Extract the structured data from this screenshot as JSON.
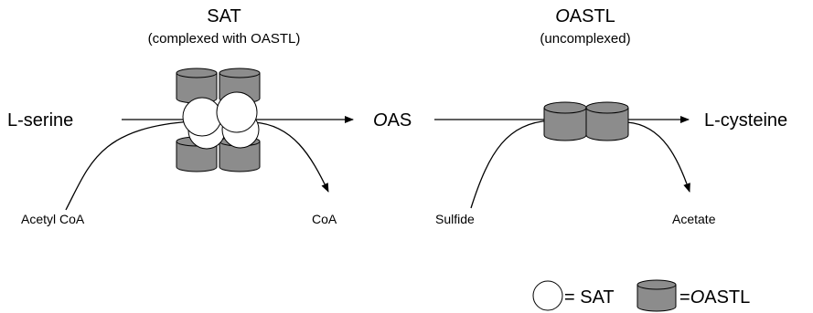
{
  "enzymes": {
    "sat": {
      "title": "SAT",
      "subtitle": "(complexed with OASTL)"
    },
    "oastl": {
      "title_italic": "O",
      "title_rest": "ASTL",
      "subtitle": "(uncomplexed)"
    }
  },
  "metabolites": {
    "serine": "L-serine",
    "oas_italic": "O",
    "oas_rest": "AS",
    "cysteine": "L-cysteine",
    "acetyl_coa": "Acetyl CoA",
    "coa": "CoA",
    "sulfide": "Sulfide",
    "acetate": "Acetate"
  },
  "legend": {
    "sat_text": "= SAT",
    "oastl_eq": "=",
    "oastl_italic": "O",
    "oastl_rest": "ASTL"
  },
  "colors": {
    "oastl_fill": "#8c8c8c",
    "sat_fill": "#ffffff",
    "line": "#000000"
  }
}
